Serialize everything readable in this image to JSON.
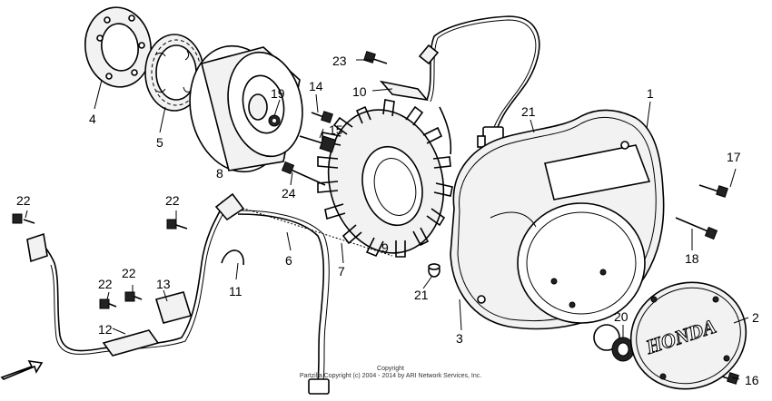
{
  "parts": [
    {
      "id": "p1",
      "label": "1"
    },
    {
      "id": "p2",
      "label": "2"
    },
    {
      "id": "p3",
      "label": "3"
    },
    {
      "id": "p4",
      "label": "4"
    },
    {
      "id": "p5",
      "label": "5"
    },
    {
      "id": "p6",
      "label": "6"
    },
    {
      "id": "p7",
      "label": "7"
    },
    {
      "id": "p8",
      "label": "8"
    },
    {
      "id": "p9",
      "label": "9"
    },
    {
      "id": "p10",
      "label": "10"
    },
    {
      "id": "p11",
      "label": "11"
    },
    {
      "id": "p12",
      "label": "12"
    },
    {
      "id": "p13",
      "label": "13"
    },
    {
      "id": "p14",
      "label": "14"
    },
    {
      "id": "p15",
      "label": "15"
    },
    {
      "id": "p16",
      "label": "16"
    },
    {
      "id": "p17",
      "label": "17"
    },
    {
      "id": "p18",
      "label": "18"
    },
    {
      "id": "p19",
      "label": "19"
    },
    {
      "id": "p20",
      "label": "20"
    },
    {
      "id": "p21a",
      "label": "21"
    },
    {
      "id": "p21b",
      "label": "21"
    },
    {
      "id": "p22a",
      "label": "22"
    },
    {
      "id": "p22b",
      "label": "22"
    },
    {
      "id": "p22c",
      "label": "22"
    },
    {
      "id": "p22d",
      "label": "22"
    },
    {
      "id": "p23",
      "label": "23"
    },
    {
      "id": "p24",
      "label": "24"
    }
  ],
  "cover_logo": "HONDA",
  "copyright": {
    "line1": "Copyright",
    "line2": "Partzilla Copyright (c) 2004 - 2014 by ARI Network Services, Inc."
  }
}
